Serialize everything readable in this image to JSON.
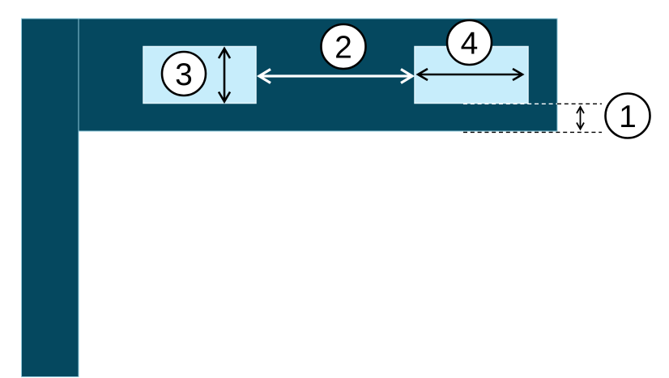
{
  "diagram": {
    "callouts": [
      {
        "label": "1"
      },
      {
        "label": "2"
      },
      {
        "label": "3"
      },
      {
        "label": "4"
      }
    ],
    "icons": {
      "horizontal_dimension_arrow": "↔",
      "vertical_dimension_arrow": "↕"
    },
    "colors": {
      "canvas_background": "#FFFFFF",
      "structure_dark_teal": "#05485F",
      "structure_edge_light": "#8FC8DB",
      "block_light_blue": "#C7EDFB",
      "block_edge_light": "#E2F5FD",
      "callout_fill": "#FFFFFF",
      "callout_stroke": "#000000",
      "dimension_arrow_dark": "#000000",
      "dimension_arrow_light": "#FFFFFF"
    }
  }
}
